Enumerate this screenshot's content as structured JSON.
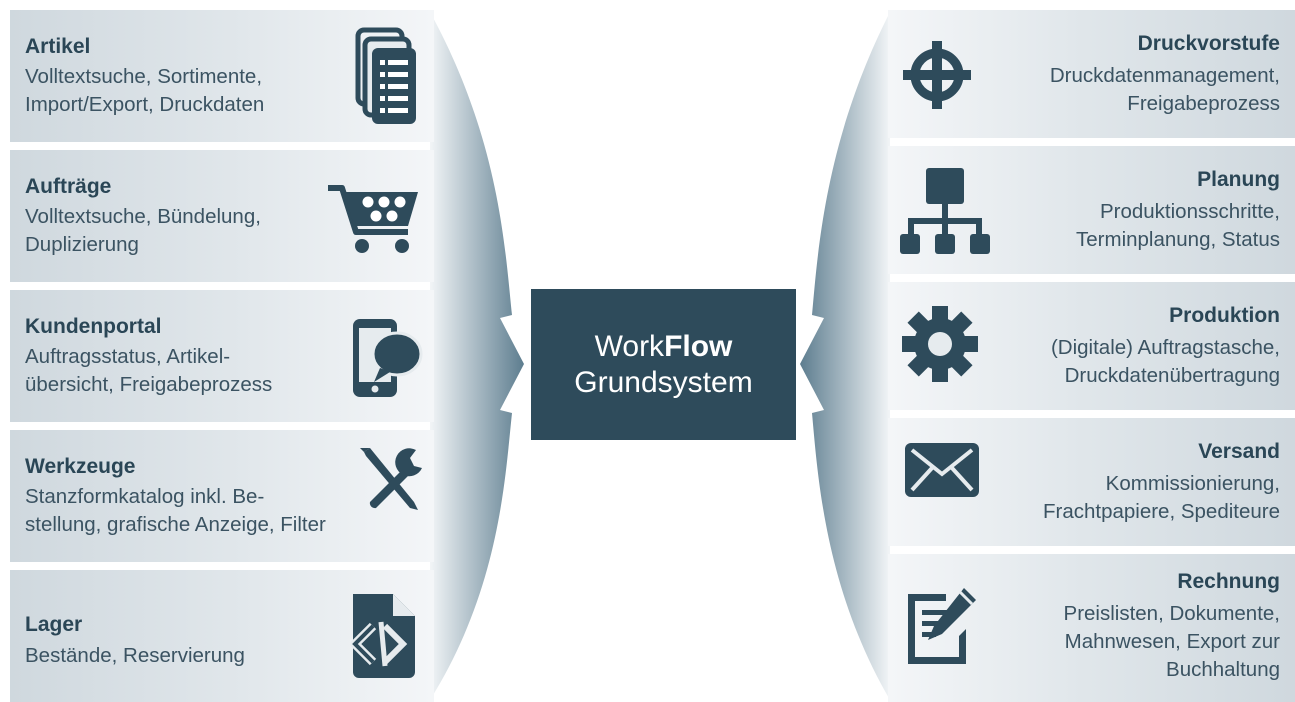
{
  "colors": {
    "dark": "#2e4b5b",
    "box_light": "#e1e7eb",
    "text": "#2a4656"
  },
  "center": {
    "line1_normal": "Work",
    "line1_bold": "Flow",
    "line2": "Grundsystem"
  },
  "left_modules": [
    {
      "title": "Artikel",
      "desc": "Volltextsuche, Sortimente,\nImport/Export, Druckdaten",
      "icon": "documents-icon"
    },
    {
      "title": "Aufträge",
      "desc": "Volltextsuche, Bündelung,\nDuplizierung",
      "icon": "shopping-cart-icon"
    },
    {
      "title": "Kundenportal",
      "desc": "Auftragsstatus, Artikel-\nübersicht, Freigabeprozess",
      "icon": "mobile-chat-icon"
    },
    {
      "title": "Werkzeuge",
      "desc": "Stanzformkatalog inkl. Be-\nstellung, grafische Anzeige, Filter",
      "icon": "tools-icon"
    },
    {
      "title": "Lager",
      "desc": "Bestände, Reservierung",
      "icon": "code-file-icon"
    }
  ],
  "right_modules": [
    {
      "title": "Druckvorstufe",
      "desc": "Druckdatenmanagement,\nFreigabeprozess",
      "icon": "crosshair-icon"
    },
    {
      "title": "Planung",
      "desc": "Produktionsschritte,\nTerminplanung, Status",
      "icon": "sitemap-icon"
    },
    {
      "title": "Produktion",
      "desc": "(Digitale) Auftragstasche,\nDruckdatenübertragung",
      "icon": "gear-icon"
    },
    {
      "title": "Versand",
      "desc": "Kommissionierung,\nFrachtpapiere, Spediteure",
      "icon": "envelope-icon"
    },
    {
      "title": "Rechnung",
      "desc": "Preislisten, Dokumente,\nMahnwesen, Export zur\nBuchhaltung",
      "icon": "edit-document-icon"
    }
  ]
}
